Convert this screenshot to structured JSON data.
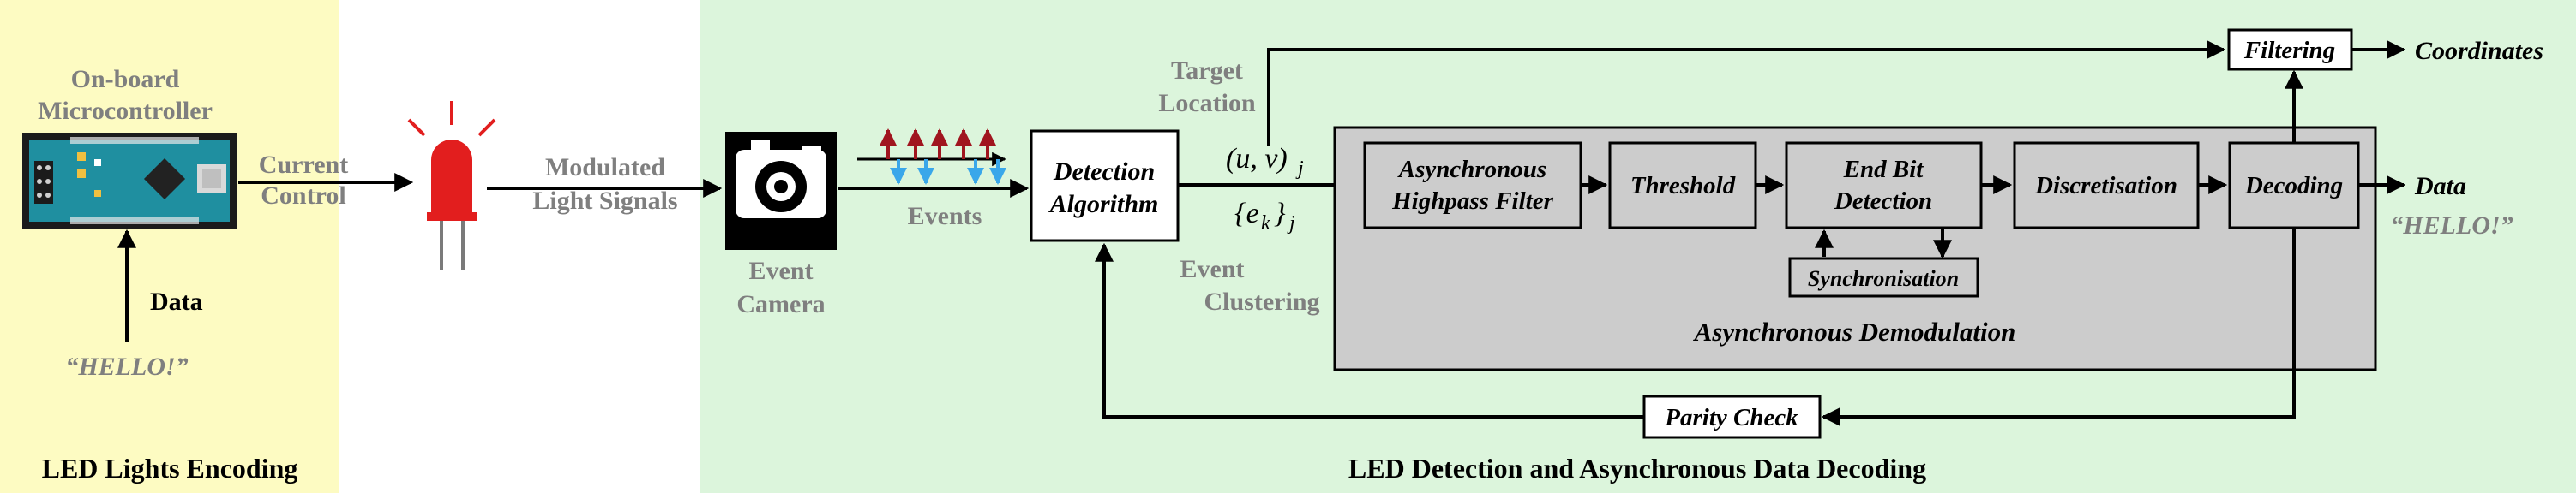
{
  "left_panel": {
    "title": "LED Lights Encoding",
    "mcu_label_line1": "On-board",
    "mcu_label_line2": "Microcontroller",
    "current_control_line1": "Current",
    "current_control_line2": "Control",
    "data_label": "Data",
    "data_value": "“HELLO!”"
  },
  "right_panel": {
    "title": "LED Detection and Asynchronous Data Decoding",
    "modulated_line1": "Modulated",
    "modulated_line2": "Light Signals",
    "camera_line1": "Event",
    "camera_line2": "Camera",
    "events_label": "Events",
    "detection_line1": "Detection",
    "detection_line2": "Algorithm",
    "target_line1": "Target",
    "target_line2": "Location",
    "uv_label": "(u, v)",
    "uv_sub": "j",
    "ek_label": "{e",
    "ek_sub": "k",
    "ek_close": "}",
    "ek_outer_sub": "j",
    "clustering_line1": "Event",
    "clustering_line2": "Clustering",
    "highpass_line1": "Asynchronous",
    "highpass_line2": "Highpass Filter",
    "threshold": "Threshold",
    "endbit_line1": "End Bit",
    "endbit_line2": "Detection",
    "sync": "Synchronisation",
    "discretisation": "Discretisation",
    "decoding": "Decoding",
    "demod_label": "Asynchronous Demodulation",
    "filtering": "Filtering",
    "coordinates": "Coordinates",
    "data_out": "Data",
    "data_out_value": "“HELLO!”",
    "parity": "Parity Check"
  },
  "colors": {
    "left_bg": "#fdfbc2",
    "right_bg": "#dcf5dc",
    "demod_bg": "#cccccc",
    "led": "#e21e1e",
    "event_up": "#a0151f",
    "event_down": "#3aa7ea",
    "gray_text": "#7f7f7f"
  }
}
